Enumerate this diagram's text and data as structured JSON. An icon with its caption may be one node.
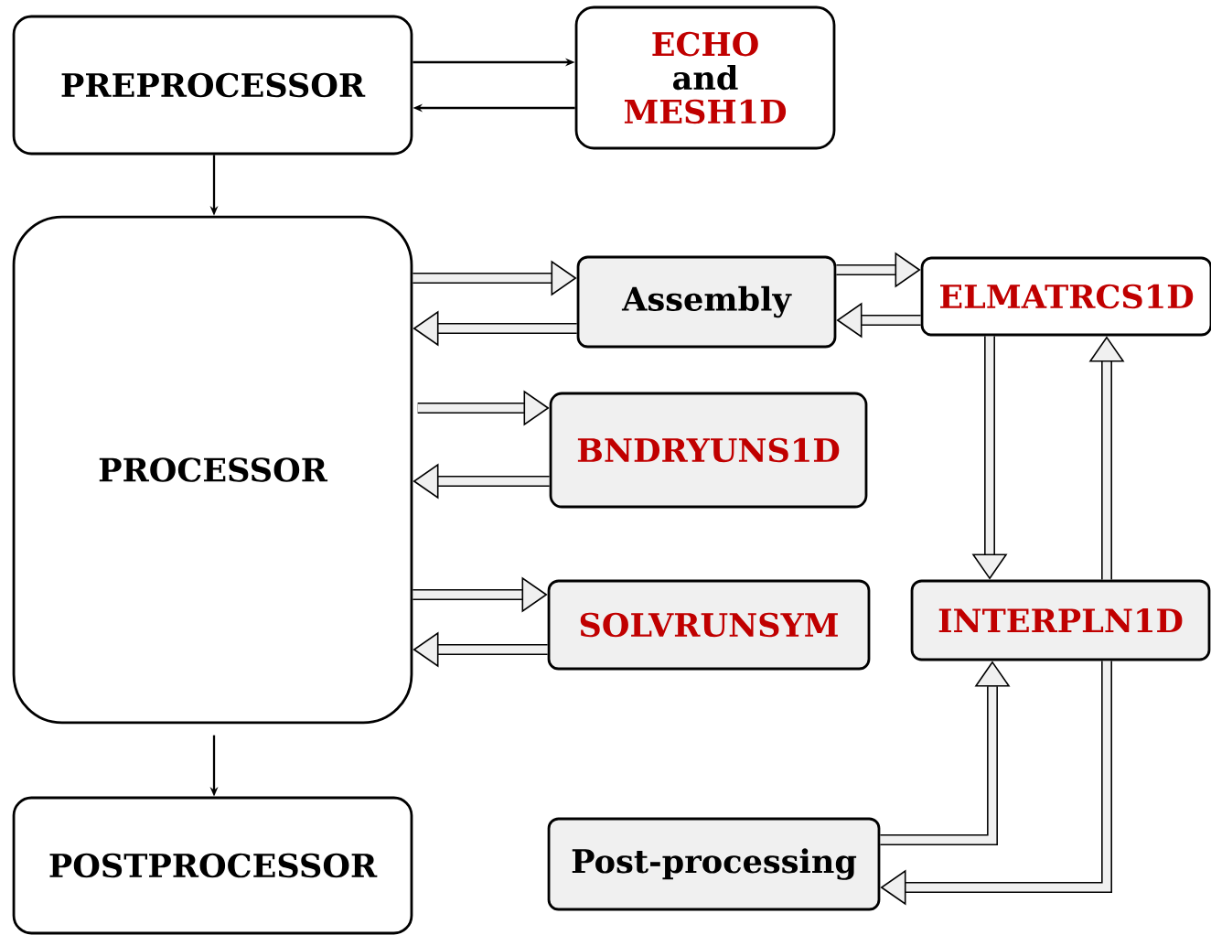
{
  "diagram": {
    "nodes": [
      {
        "text": [
          "PREPROCESSOR"
        ]
      },
      {
        "text": [
          "ECHO",
          "and",
          "MESH1D"
        ]
      },
      {
        "text": [
          "PROCESSOR"
        ]
      },
      {
        "text": [
          "Assembly"
        ]
      },
      {
        "text": [
          "ELMATRCS1D"
        ]
      },
      {
        "text": [
          "BNDRYUNS1D"
        ]
      },
      {
        "text": [
          "SOLVRUNSYM"
        ]
      },
      {
        "text": [
          "INTERPLN1D"
        ]
      },
      {
        "text": [
          "POSTPROCESSOR"
        ]
      },
      {
        "text": [
          "Post-processing"
        ]
      }
    ],
    "edges": [
      {
        "from": 0,
        "to": 1,
        "arrow": "to"
      },
      {
        "from": 1,
        "to": 0,
        "arrow": "to"
      },
      {
        "from": 0,
        "to": 2,
        "arrow": "to"
      },
      {
        "from": 2,
        "to": 8,
        "arrow": "to"
      },
      {
        "from": 2,
        "to": 3,
        "arrow": "to"
      },
      {
        "from": 3,
        "to": 2,
        "arrow": "to"
      },
      {
        "from": 3,
        "to": 4,
        "arrow": "to"
      },
      {
        "from": 4,
        "to": 3,
        "arrow": "to"
      },
      {
        "from": 2,
        "to": 5,
        "arrow": "to"
      },
      {
        "from": 5,
        "to": 2,
        "arrow": "to"
      },
      {
        "from": 2,
        "to": 6,
        "arrow": "to"
      },
      {
        "from": 6,
        "to": 2,
        "arrow": "to"
      },
      {
        "from": 4,
        "to": 7,
        "arrow": "to"
      },
      {
        "from": 7,
        "to": 4,
        "arrow": "to"
      },
      {
        "from": 9,
        "to": 7,
        "arrow": "to"
      },
      {
        "from": 7,
        "to": 9,
        "arrow": "to"
      }
    ]
  }
}
